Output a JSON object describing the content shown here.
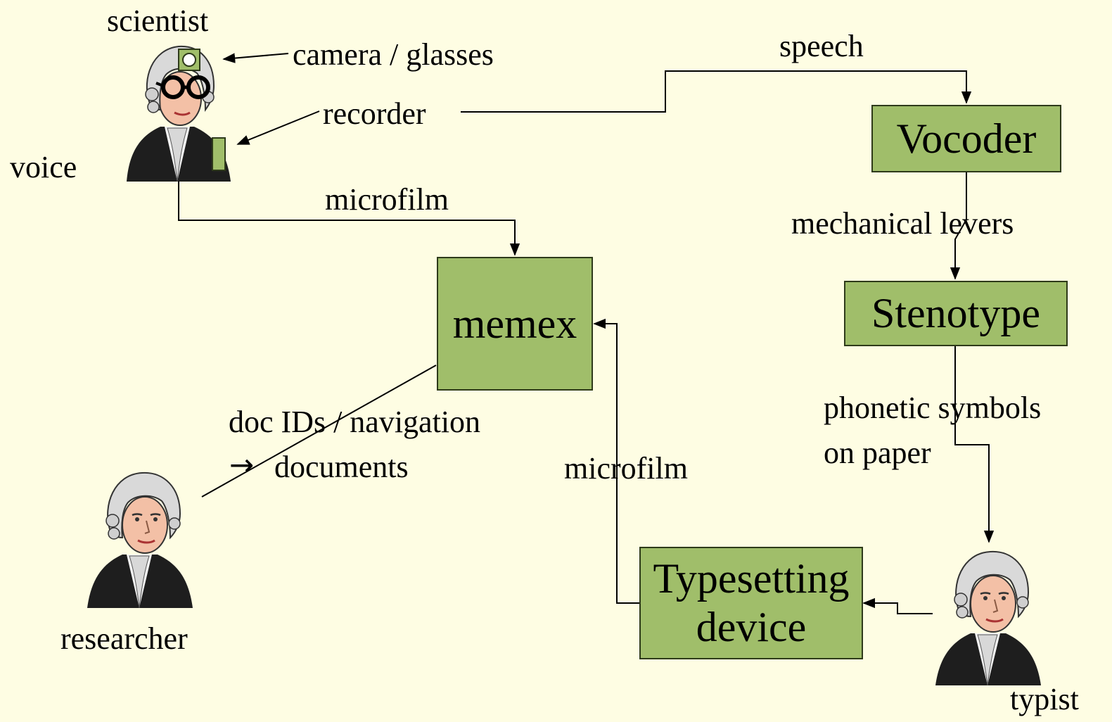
{
  "labels": {
    "scientist": "scientist",
    "camera_glasses": "camera / glasses",
    "recorder": "recorder",
    "voice": "voice",
    "speech": "speech",
    "microfilm_top": "microfilm",
    "mechanical_levers": "mechanical levers",
    "doc_ids_navigation": "doc IDs / navigation",
    "arrow_glyph": "→",
    "documents": "documents",
    "microfilm_mid": "microfilm",
    "phonetic_symbols": "phonetic symbols",
    "on_paper": "on paper",
    "researcher": "researcher",
    "typist": "typist"
  },
  "boxes": {
    "vocoder": "Vocoder",
    "stenotype": "Stenotype",
    "memex": "memex",
    "typesetting_line1": "Typesetting",
    "typesetting_line2": "device"
  },
  "colors": {
    "background": "#fefde3",
    "box_fill": "#a0be6a",
    "line": "#000000"
  },
  "icons": [
    "scientist-figure-icon",
    "researcher-figure-icon",
    "typist-figure-icon",
    "camera-icon",
    "glasses-icon",
    "recorder-icon"
  ]
}
